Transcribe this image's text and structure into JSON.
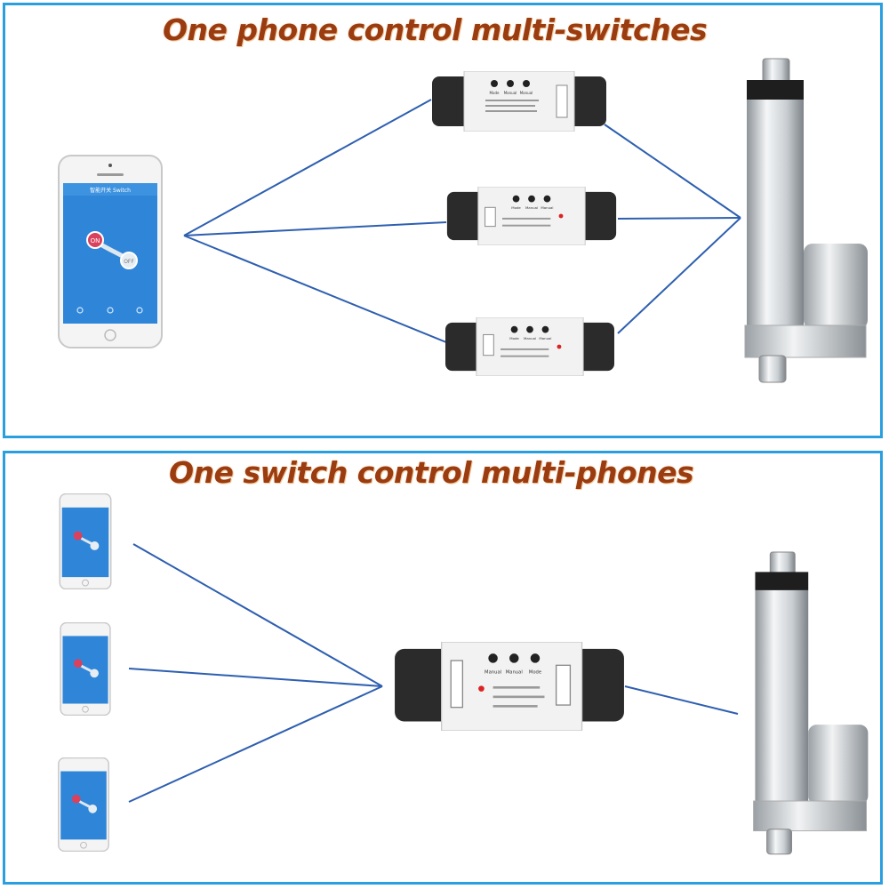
{
  "sections": [
    {
      "heading": "One phone control multi-switches"
    },
    {
      "heading": "One switch control multi-phones"
    }
  ],
  "phone_app": {
    "on_label": "ON",
    "off_label": "OFF"
  },
  "module": {
    "button_labels": [
      "Mode",
      "Manual",
      "Manual"
    ]
  },
  "colors": {
    "border": "#2a9fe0",
    "heading": "#9a3b10",
    "wire": "#2e5fb0",
    "screen": "#2f86d8"
  },
  "icons": [
    "smartphone",
    "relay-switch-module",
    "linear-actuator"
  ]
}
